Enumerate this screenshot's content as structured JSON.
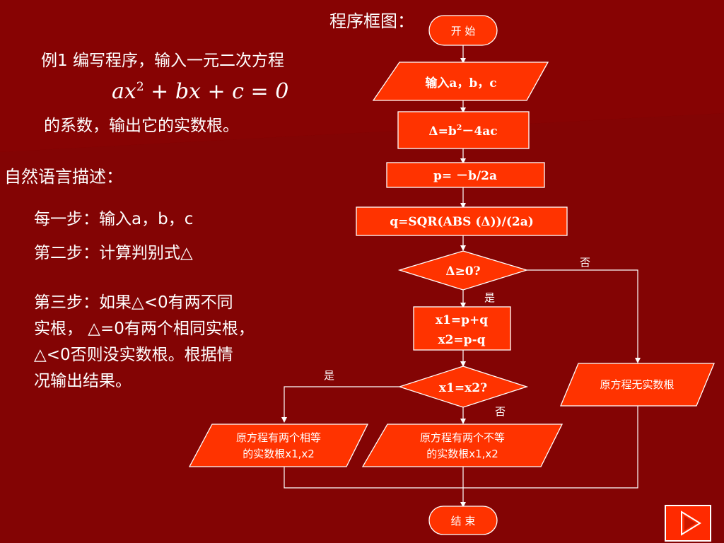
{
  "diagram_title": "程序框图：",
  "example": {
    "line1": "例1  编写程序，输入一元二次方程",
    "equation_parts": [
      "ax",
      "2",
      " + bx + c = 0"
    ],
    "line2": "的系数，输出它的实数根。"
  },
  "description_heading": "自然语言描述：",
  "steps": {
    "step1": "每一步：输入a，b，c",
    "step2": "第二步：计算判别式△",
    "step3_lines": [
      "第三步：如果△<0有两不同",
      "实根，  △=0有两个相同实根，",
      "△<0否则没实数根。根据情",
      "况输出结果。"
    ]
  },
  "flowchart": {
    "start": "开 始",
    "input": "输入a，b，c",
    "delta_parts": [
      "Δ=b",
      "2",
      "－4ac"
    ],
    "p_formula": "p= －b/2a",
    "q_formula": "q=SQR(ABS (Δ))/(2a)",
    "decision1": "Δ≥0?",
    "decision1_yes": "是",
    "decision1_no": "否",
    "roots": [
      "x1=p+q",
      "x2=p-q"
    ],
    "decision2": "x1=x2?",
    "decision2_yes": "是",
    "decision2_no": "否",
    "output_no_real": "原方程无实数根",
    "output_equal": [
      "原方程有两个相等",
      "的实数根x1,x2"
    ],
    "output_unequal": [
      "原方程有两个不等",
      "的实数根x1,x2"
    ],
    "end": "结 束"
  },
  "colors": {
    "background": "#7a0000",
    "shape_fill": "#ff3300",
    "text": "#ffffff"
  },
  "icons": {
    "next_slide": "play-triangle-icon"
  }
}
